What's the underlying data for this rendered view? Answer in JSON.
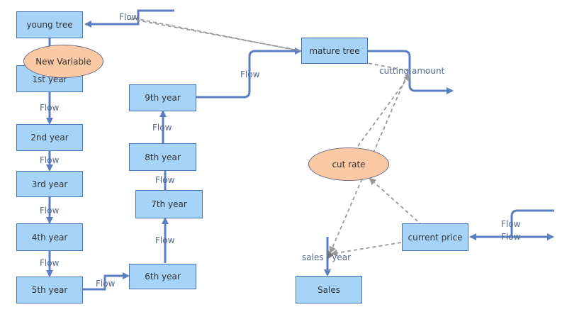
{
  "stocks": {
    "young_tree": "young tree",
    "year1": "1st year",
    "year2": "2nd year",
    "year3": "3rd year",
    "year4": "4th year",
    "year5": "5th year",
    "year6": "6th year",
    "year7": "7th year",
    "year8": "8th year",
    "year9": "9th year",
    "mature_tree": "mature tree",
    "sales": "Sales",
    "current_price": "current price"
  },
  "variables": {
    "new_variable": "New Variable",
    "cut_rate": "cut rate"
  },
  "labels": {
    "flow": "Flow",
    "cutting_amount": "cutting amount",
    "sales_year": "sales / year"
  },
  "colors": {
    "flow_line": "#5b7fc2",
    "link_line": "#9a9a9a",
    "stock_fill": "#a6d3f8",
    "variable_fill": "#fbc9a3"
  }
}
